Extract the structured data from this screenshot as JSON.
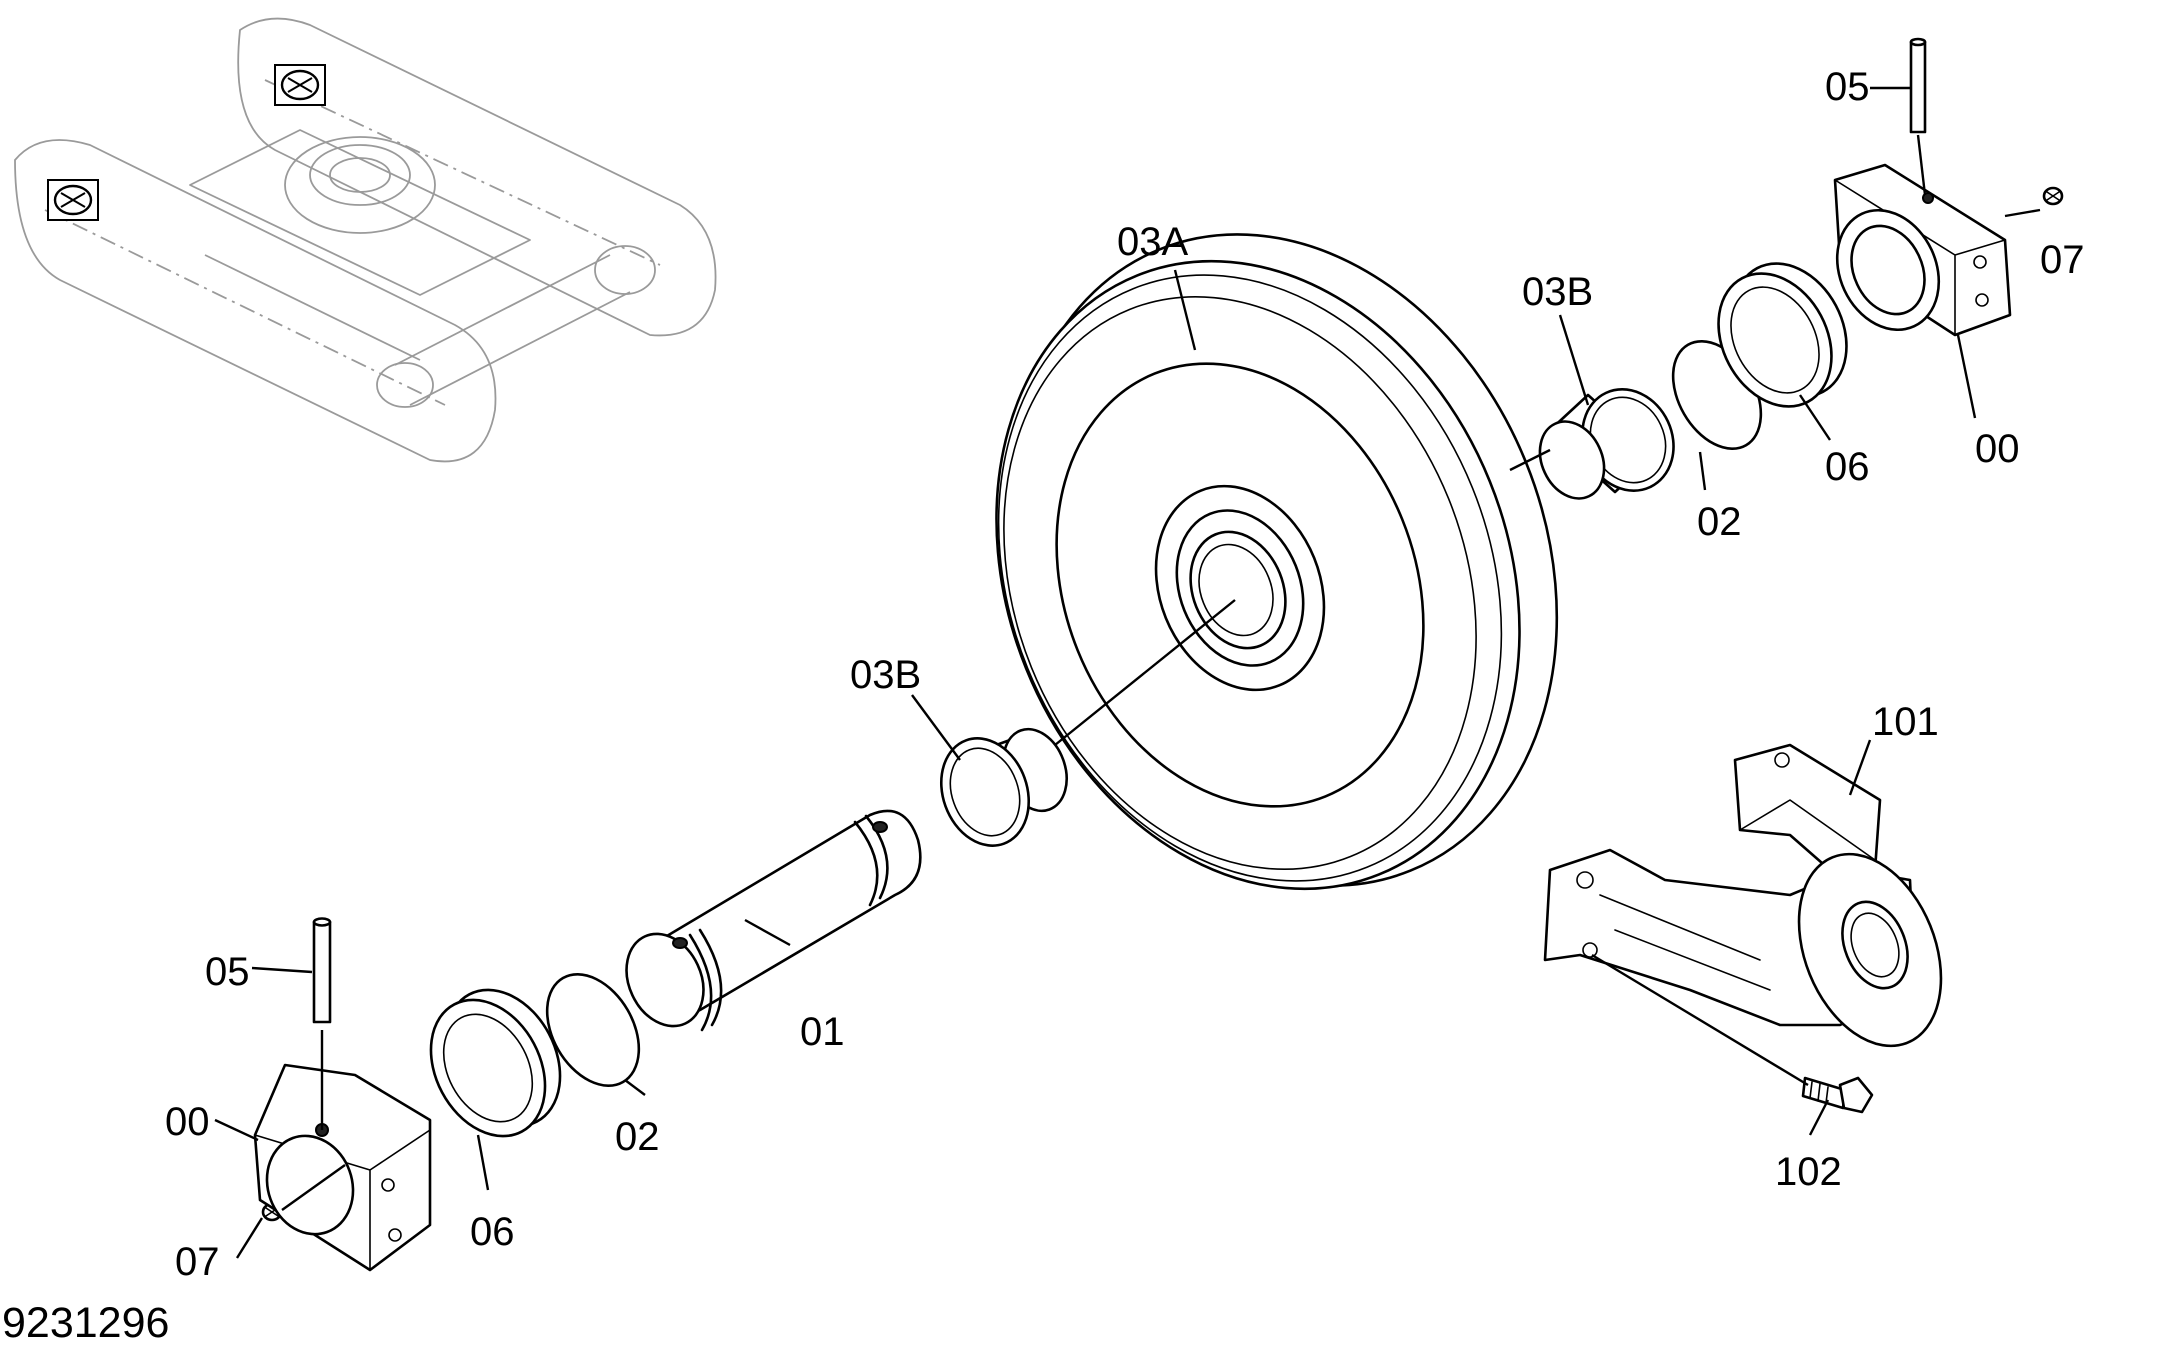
{
  "drawing_id": "9231296",
  "callouts": {
    "c05_top": "05",
    "c07_top": "07",
    "c00_top": "00",
    "c06_top": "06",
    "c02_top": "02",
    "c03b_top": "03B",
    "c03a": "03A",
    "c03b_mid": "03B",
    "c01": "01",
    "c02_bottom": "02",
    "c06_bottom": "06",
    "c05_bottom": "05",
    "c00_bottom": "00",
    "c07_bottom": "07",
    "c101": "101",
    "c102": "102"
  }
}
